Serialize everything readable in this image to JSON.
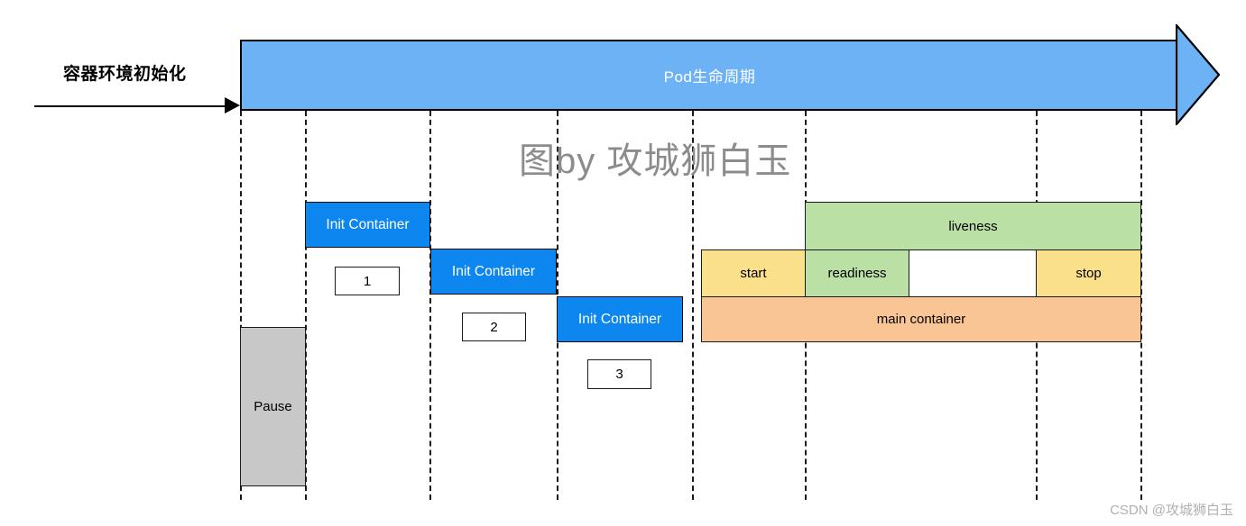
{
  "diagram": {
    "title_arrow": {
      "label": "Pod生命周期",
      "color": "#6cb2f5"
    },
    "left_section": {
      "label": "容器环境初始化",
      "arrow_icon": "right-arrow-icon"
    },
    "pause": {
      "label": "Pause",
      "color": "#c8c8c8"
    },
    "init_containers": [
      {
        "label": "Init Container",
        "index_label": "1",
        "color": "#0d86f0"
      },
      {
        "label": "Init Container",
        "index_label": "2",
        "color": "#0d86f0"
      },
      {
        "label": "Init Container",
        "index_label": "3",
        "color": "#0d86f0"
      }
    ],
    "probes": {
      "liveness": {
        "label": "liveness",
        "color": "#bbe0a6"
      },
      "readiness": {
        "label": "readiness",
        "color": "#bbe0a6"
      },
      "start": {
        "label": "start",
        "color": "#fbe08c"
      },
      "stop": {
        "label": "stop",
        "color": "#fbe08c"
      },
      "gap": {
        "label": "",
        "color": "#ffffff"
      },
      "main_container": {
        "label": "main container",
        "color": "#f9c594"
      }
    },
    "watermarks": {
      "center": "图by 攻城狮白玉",
      "footer": "CSDN @攻城狮白玉"
    }
  }
}
